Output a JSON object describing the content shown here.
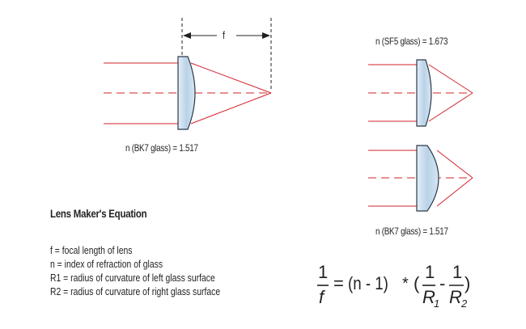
{
  "focal_label": "f",
  "bk7_label_left": "n (BK7 glass) = 1.517",
  "sf5_label": "n (SF5 glass) = 1.673",
  "bk7_label_right": "n (BK7 glass) = 1.517",
  "equation": {
    "title": "Lens Maker's Equation",
    "definitions": [
      "f = focal length of lens",
      "n = index of refraction of glass",
      "R1 = radius of curvature of left glass surface",
      "R2 = radius of curvature of right glass surface"
    ],
    "formula": {
      "lhs_num": "1",
      "lhs_den": "f",
      "equals": "=",
      "factor": "(n - 1)",
      "times": "*",
      "open_paren": "(",
      "t1_num": "1",
      "t1_den": "R",
      "t1_sub": "1",
      "minus": "-",
      "t2_num": "1",
      "t2_den": "R",
      "t2_sub": "2",
      "close_paren": ")"
    }
  },
  "colors": {
    "ray": "#d2232a",
    "lens_fill": "#bfd6ea",
    "lens_stroke": "#2b3a4a",
    "text": "#231f20"
  }
}
